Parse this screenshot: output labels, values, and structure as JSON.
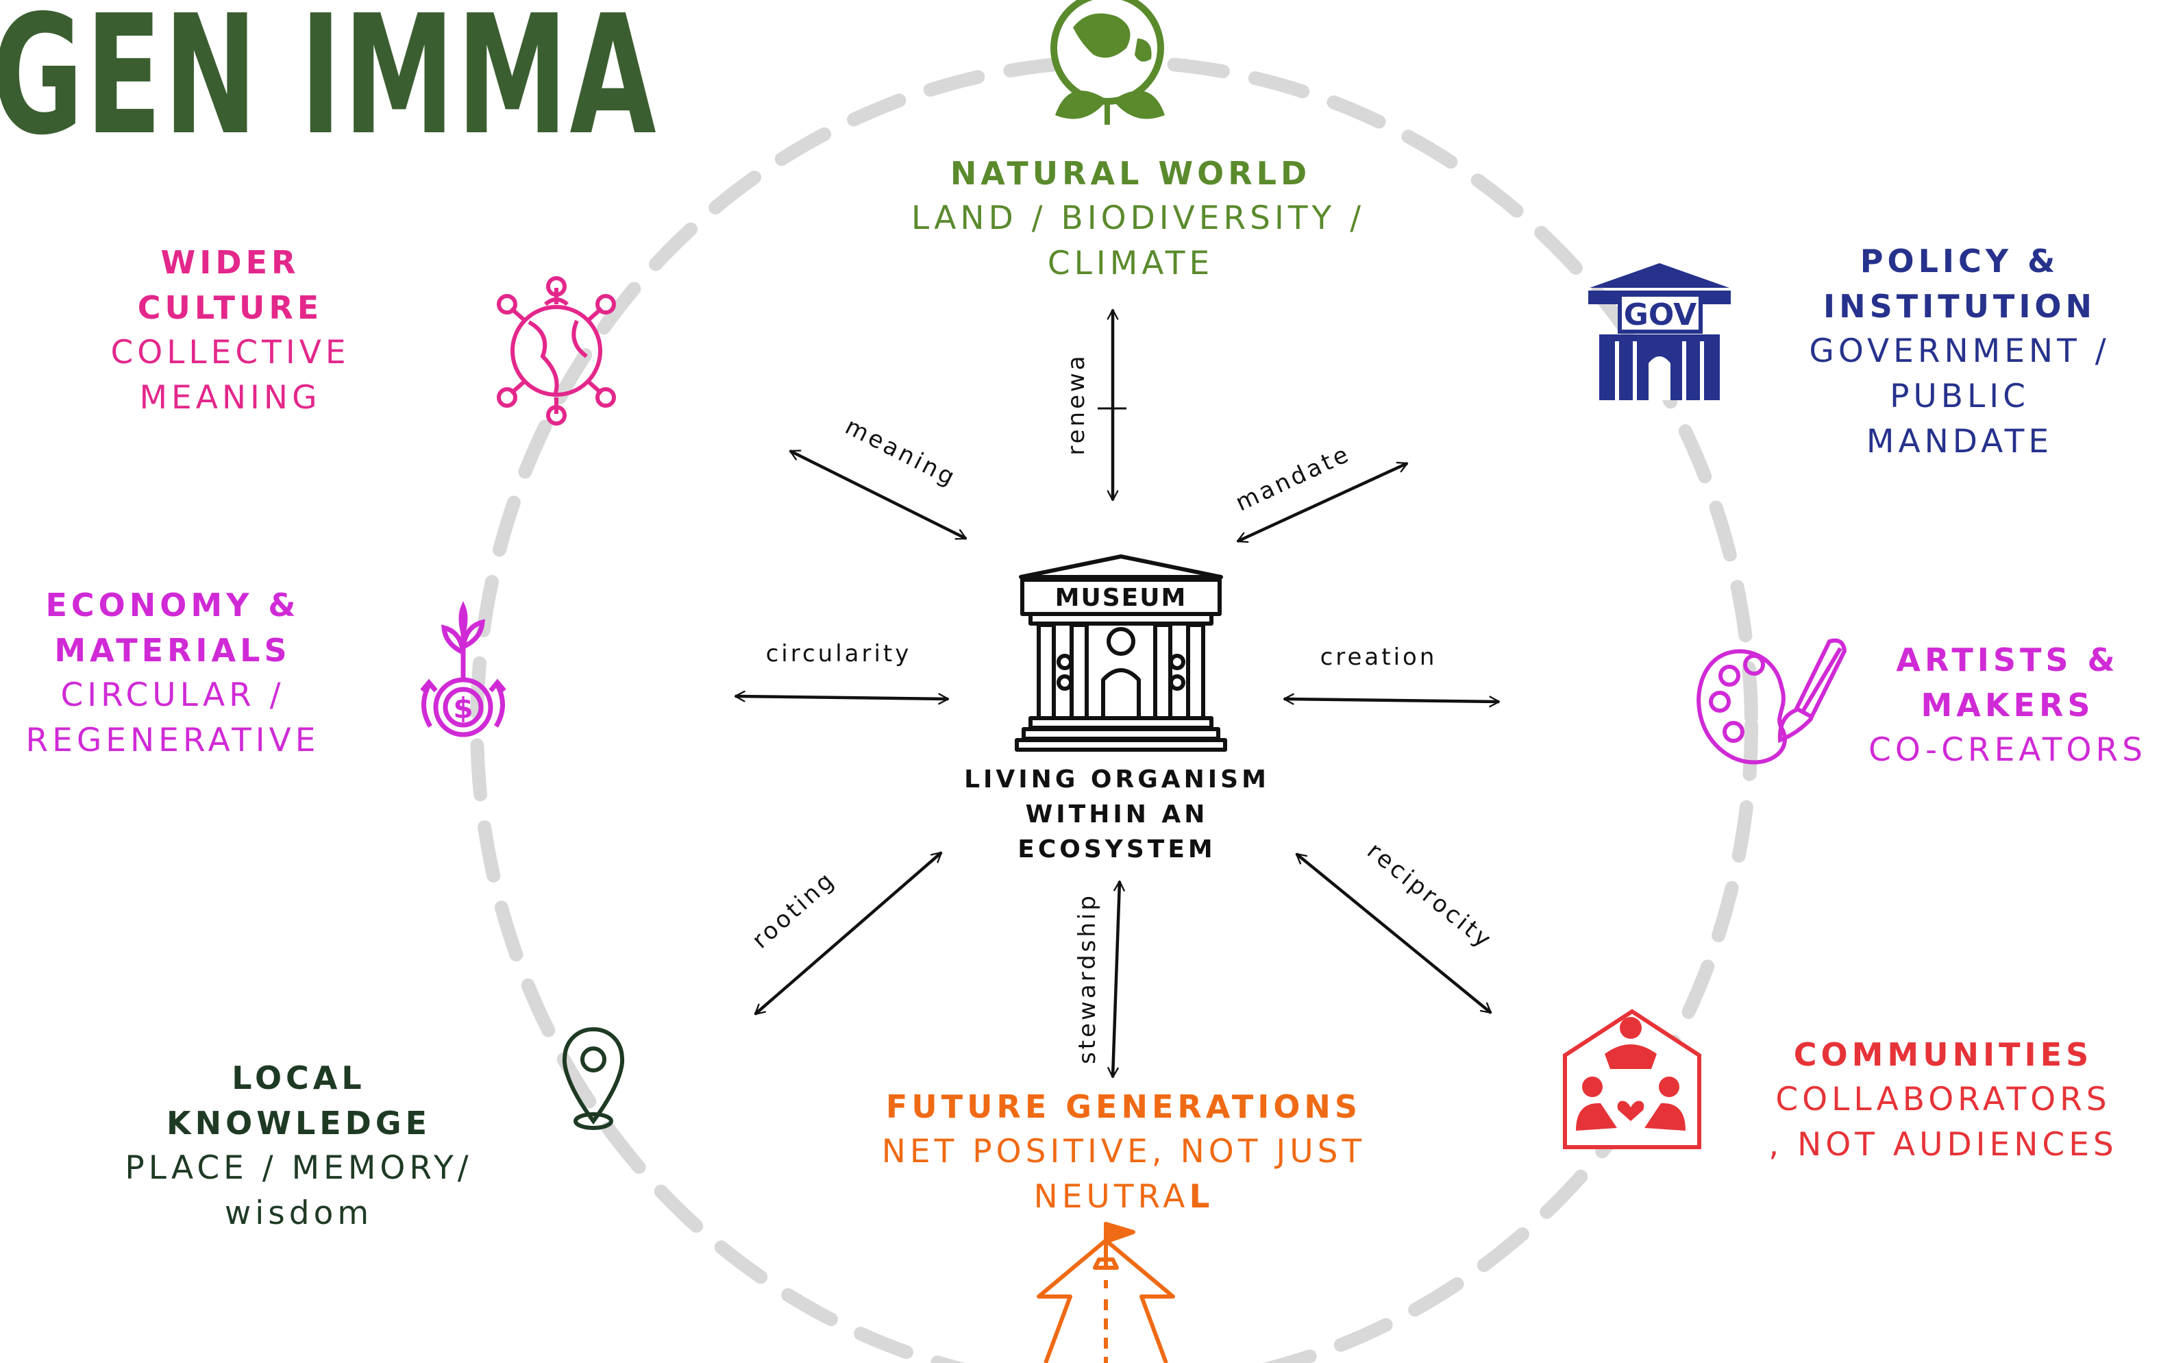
{
  "title": "GEN IMMA",
  "center": {
    "building_label": "MUSEUM",
    "lines": [
      "LIVING ORGANISM",
      "WITHIN AN",
      "ECOSYSTEM"
    ]
  },
  "nodes": {
    "natural_world": {
      "heading": [
        "NATURAL WORLD"
      ],
      "sub": [
        "LAND / BIODIVERSITY /",
        "CLIMATE"
      ],
      "color": "#5a8a2c"
    },
    "policy": {
      "heading": [
        "POLICY &",
        "INSTITUTION"
      ],
      "sub": [
        "GOVERNMENT /",
        "PUBLIC",
        "MANDATE"
      ],
      "color": "#26328c",
      "icon_text": "GOV"
    },
    "wider_culture": {
      "heading": [
        "WIDER",
        "CULTURE"
      ],
      "sub": [
        "COLLECTIVE",
        "MEANING"
      ],
      "color": "#e3278b"
    },
    "economy": {
      "heading": [
        "ECONOMY &",
        "MATERIALS"
      ],
      "sub": [
        "CIRCULAR /",
        "REGENERATIVE"
      ],
      "color": "#d02ad6",
      "icon_text": "$"
    },
    "artists": {
      "heading": [
        "ARTISTS &",
        "MAKERS"
      ],
      "sub": [
        "CO-CREATORS"
      ],
      "color": "#d02ad6"
    },
    "local": {
      "heading": [
        "LOCAL",
        "KNOWLEDGE"
      ],
      "sub": [
        "PLACE / MEMORY/",
        "wisdom"
      ],
      "color": "#1e3a24"
    },
    "future": {
      "heading": [
        "FUTURE GENERATIONS"
      ],
      "sub": [
        "NET POSITIVE, NOT JUST",
        "NEUTRA"
      ],
      "sub_bold_tail": "L",
      "color": "#ef6a14"
    },
    "communities": {
      "heading": [
        "COMMUNITIES"
      ],
      "sub": [
        "COLLABORATORS",
        ", NOT AUDIENCES"
      ],
      "color": "#e63338"
    }
  },
  "relations": [
    "renewa",
    "meaning",
    "mandate",
    "circularity",
    "creation",
    "rooting",
    "stewardship",
    "reciprocity"
  ],
  "colors": {
    "title": "#3b5e31",
    "ring": "#d8d8d8",
    "arrows": "#111111",
    "museum": "#111111"
  },
  "icons": [
    "earth-leaves-icon",
    "government-building-icon",
    "globe-people-network-icon",
    "money-plant-growth-icon",
    "painter-palette-icon",
    "location-pin-icon",
    "road-flag-icon",
    "community-house-icon",
    "museum-building-icon"
  ]
}
